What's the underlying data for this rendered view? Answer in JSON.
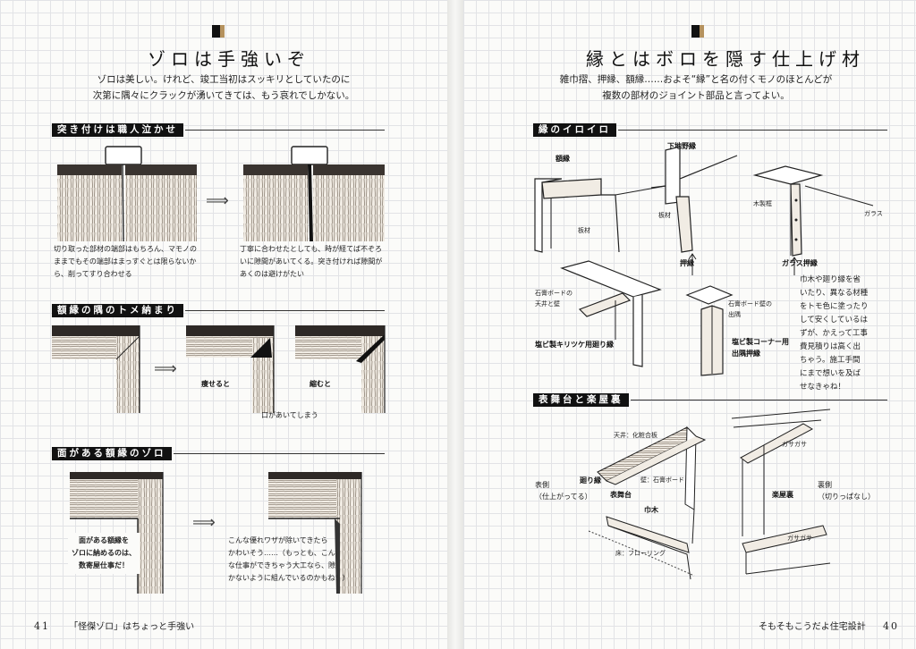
{
  "left": {
    "title": "ゾロは手強いぞ",
    "lead": [
      "ゾロは美しい。けれど、竣工当初はスッキリとしていたのに",
      "次第に隅々にクラックが湧いてきては、もう哀れでしかない。"
    ],
    "sections": [
      {
        "label": "突き付けは職人泣かせ",
        "captions": [
          [
            "切り取った部材の端部はもちろん、マモノの",
            "ままでもその端部はまっすぐとは限らないか",
            "ら、削ってすり合わせる"
          ],
          [
            "丁寧に合わせたとしても、時が経てば不ぞろ",
            "いに隙間があいてくる。突き付ければ隙間が",
            "あくのは避けがたい"
          ]
        ]
      },
      {
        "label": "額縁の隅のトメ納まり",
        "labels": [
          "痩せると",
          "縮むと"
        ],
        "note": "口があいてしまう"
      },
      {
        "label": "面がある額縁のゾロ",
        "callout": [
          "面がある額縁を",
          "ゾロに納めるのは、",
          "数寄屋仕事だ！"
        ],
        "note": [
          "こんな優れワザが除いてきたら",
          "かわいそう……（もっとも、こん",
          "な仕事ができちゃう大工なら、隙",
          "かないように組んでいるのかもね！）"
        ]
      }
    ],
    "folio": {
      "number": "41",
      "text": "「怪傑ゾロ」はちょっと手強い"
    }
  },
  "right": {
    "title": "縁とはボロを隠す仕上げ材",
    "lead": [
      "雑巾摺、押縁、額縁……およそ“縁”と名の付くモノのほとんどが",
      "複数の部材のジョイント部品と言ってよい。"
    ],
    "sections": [
      {
        "label": "縁のイロイロ",
        "labels": {
          "gakubuchi": "額縁",
          "itazai1": "板材",
          "shitaji": "下地野縁",
          "itazai2": "板材",
          "oshibuchi": "押縁",
          "mokuseiwaku": "木製框",
          "glass": "ガラス",
          "glass_oshibuchi": "ガラス押縁",
          "board_ceiling": [
            "石膏ボードの",
            "天井と壁"
          ],
          "board_corner": [
            "石膏ボード壁の",
            "出隅"
          ],
          "pvc_mawari": "塩ビ製キリツケ用廻り縁",
          "pvc_corner": [
            "塩ビ製コーナー用",
            "出隅押縁"
          ]
        },
        "side_note": [
          "巾木や廻り縁を省",
          "いたり、異なる材種",
          "をトモ色に塗ったり",
          "して安くしているは",
          "ずが、かえって工事",
          "費見積りは高く出",
          "ちゃう。施工手間",
          "にまで想いを及ば",
          "せなきゃね！"
        ]
      },
      {
        "label": "表舞台と楽屋裏",
        "labels": {
          "ceiling": "天井：化粧合板",
          "wall": "壁：石膏ボード",
          "mawaribuchi": "廻り縁",
          "omote_butai": "表舞台",
          "habaki": "巾木",
          "floor": "床：フローリング",
          "gasagasa1": "ガサガサ",
          "gasagasa2": "ガサガサ",
          "gakuyaura": "楽屋裏",
          "omote": [
            "表側",
            "（仕上がってる）"
          ],
          "ura": [
            "裏側",
            "（切りっぱなし）"
          ]
        }
      }
    ],
    "folio": {
      "number": "40",
      "text": "そもそもこうだよ住宅設計"
    }
  }
}
